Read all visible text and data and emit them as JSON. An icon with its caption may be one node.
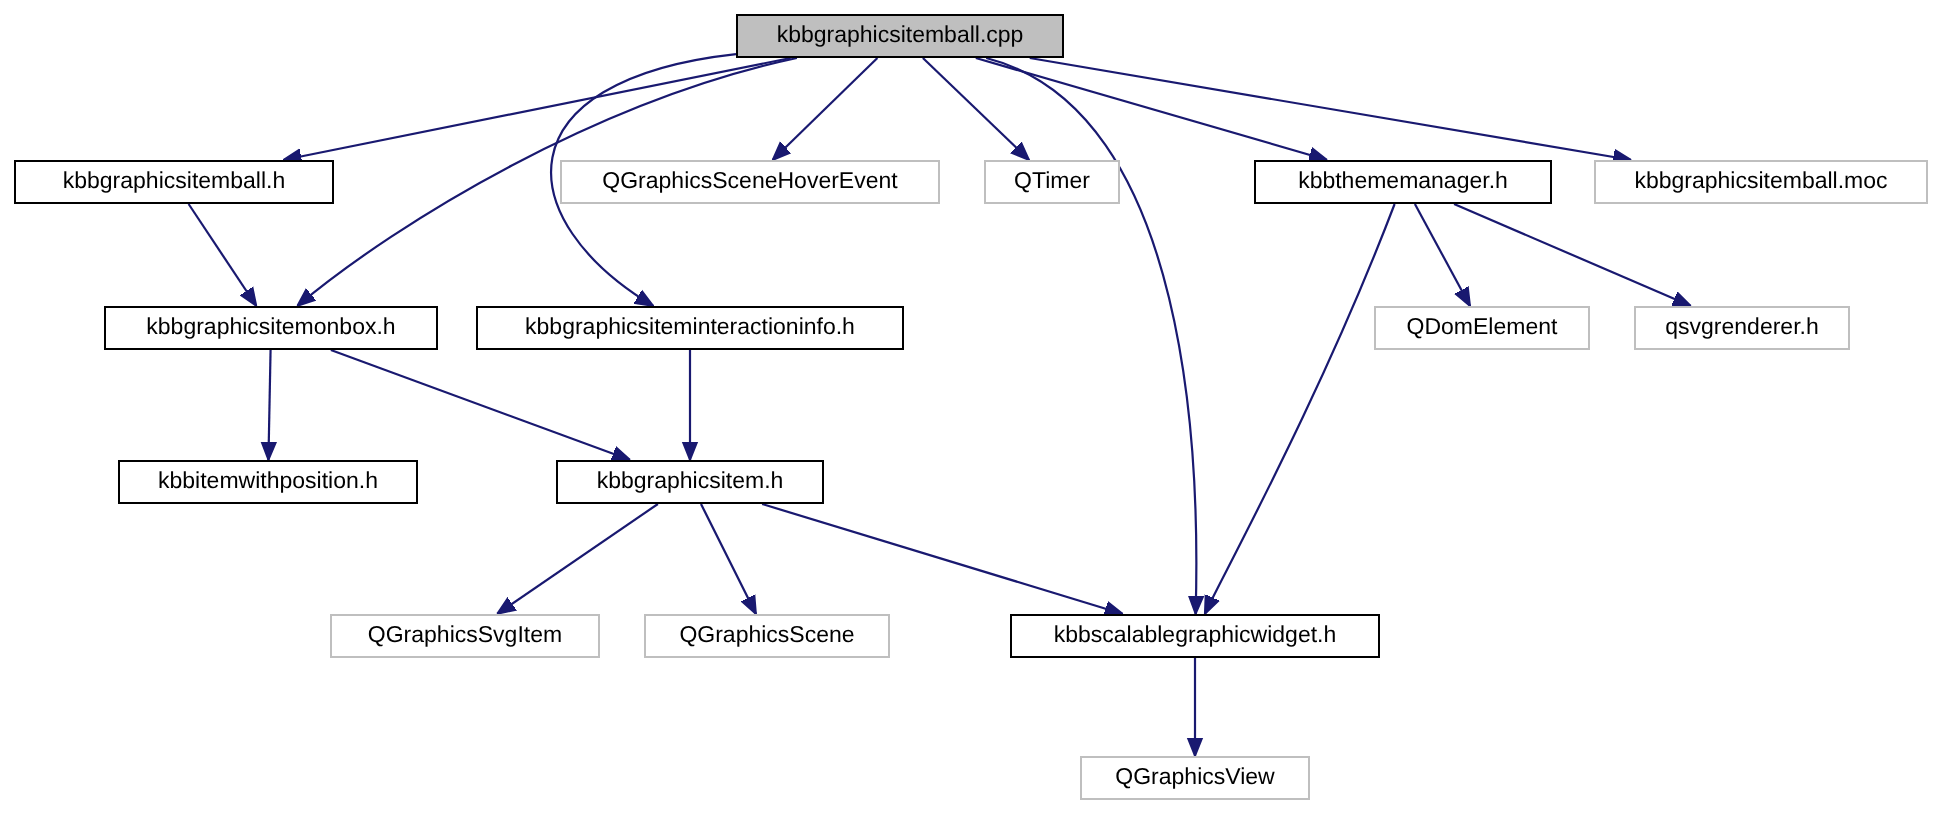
{
  "diagram": {
    "nodes": [
      {
        "text": [
          "kbbgraphicsitemball.cpp"
        ]
      },
      {
        "text": [
          "kbbgraphicsitemball.h"
        ]
      },
      {
        "text": [
          "QGraphicsSceneHoverEvent"
        ]
      },
      {
        "text": [
          "QTimer"
        ]
      },
      {
        "text": [
          "kbbthememanager.h"
        ]
      },
      {
        "text": [
          "kbbgraphicsitemball.moc"
        ]
      },
      {
        "text": [
          "kbbgraphicsitemonbox.h"
        ]
      },
      {
        "text": [
          "kbbgraphicsiteminteractioninfo.h"
        ]
      },
      {
        "text": [
          "QDomElement"
        ]
      },
      {
        "text": [
          "qsvgrenderer.h"
        ]
      },
      {
        "text": [
          "kbbitemwithposition.h"
        ]
      },
      {
        "text": [
          "kbbgraphicsitem.h"
        ]
      },
      {
        "text": [
          "QGraphicsSvgItem"
        ]
      },
      {
        "text": [
          "QGraphicsScene"
        ]
      },
      {
        "text": [
          "kbbscalablegraphicwidget.h"
        ]
      },
      {
        "text": [
          "QGraphicsView"
        ]
      }
    ],
    "edges": [
      {
        "from": 0,
        "to": 1,
        "arrow": "to"
      },
      {
        "from": 0,
        "to": 6,
        "arrow": "to"
      },
      {
        "from": 0,
        "to": 7,
        "arrow": "to"
      },
      {
        "from": 0,
        "to": 2,
        "arrow": "to"
      },
      {
        "from": 0,
        "to": 3,
        "arrow": "to"
      },
      {
        "from": 0,
        "to": 14,
        "arrow": "to"
      },
      {
        "from": 0,
        "to": 4,
        "arrow": "to"
      },
      {
        "from": 0,
        "to": 5,
        "arrow": "to"
      },
      {
        "from": 1,
        "to": 6,
        "arrow": "to"
      },
      {
        "from": 6,
        "to": 10,
        "arrow": "to"
      },
      {
        "from": 6,
        "to": 11,
        "arrow": "to"
      },
      {
        "from": 7,
        "to": 11,
        "arrow": "to"
      },
      {
        "from": 11,
        "to": 12,
        "arrow": "to"
      },
      {
        "from": 11,
        "to": 13,
        "arrow": "to"
      },
      {
        "from": 11,
        "to": 14,
        "arrow": "to"
      },
      {
        "from": 4,
        "to": 8,
        "arrow": "to"
      },
      {
        "from": 4,
        "to": 9,
        "arrow": "to"
      },
      {
        "from": 4,
        "to": 14,
        "arrow": "to"
      },
      {
        "from": 14,
        "to": 15,
        "arrow": "to"
      }
    ]
  }
}
